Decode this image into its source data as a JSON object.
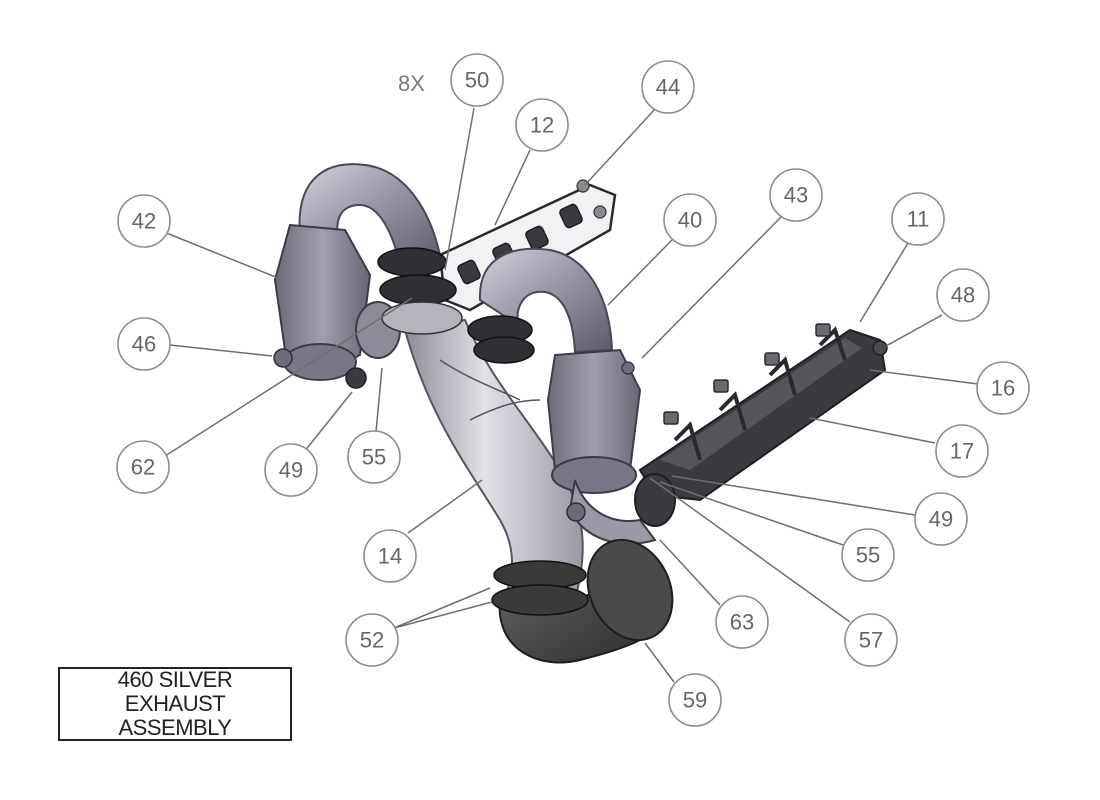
{
  "qty_note": "8X",
  "title_lines": [
    "460 SILVER",
    "EXHAUST",
    "ASSEMBLY"
  ],
  "balloons": [
    {
      "label": "50"
    },
    {
      "label": "44"
    },
    {
      "label": "12"
    },
    {
      "label": "42"
    },
    {
      "label": "40"
    },
    {
      "label": "43"
    },
    {
      "label": "11"
    },
    {
      "label": "48"
    },
    {
      "label": "46"
    },
    {
      "label": "16"
    },
    {
      "label": "62"
    },
    {
      "label": "49"
    },
    {
      "label": "55"
    },
    {
      "label": "17"
    },
    {
      "label": "49"
    },
    {
      "label": "55"
    },
    {
      "label": "14"
    },
    {
      "label": "63"
    },
    {
      "label": "57"
    },
    {
      "label": "52"
    },
    {
      "label": "59"
    }
  ],
  "colors": {
    "pipe": "#8a8795",
    "pipe_light": "#c9c6d2",
    "pipe_silver": "#b9b8c0",
    "manifold": "#3b3b40",
    "elbow": "#3d3d3d",
    "balloon_stroke": "#8c8c8c",
    "balloon_text": "#666666"
  }
}
